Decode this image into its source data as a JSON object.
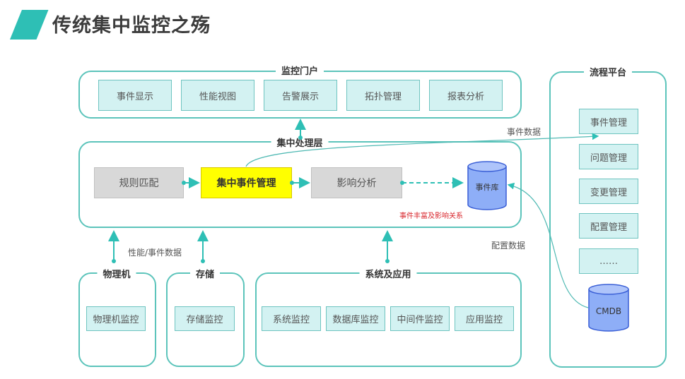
{
  "page": {
    "title": "传统集中监控之殇"
  },
  "colors": {
    "accent": "#2ebfb5",
    "frame": "#5cc4bb",
    "cell_fill": "#d3f2f2",
    "highlight": "#ffff00",
    "database": "#8eaef7",
    "warning_text": "#d8262c"
  },
  "portal": {
    "label": "监控门户",
    "items": [
      "事件显示",
      "性能视图",
      "告警展示",
      "拓扑管理",
      "报表分析"
    ]
  },
  "processing": {
    "label": "集中处理层",
    "steps": [
      "规则匹配",
      "集中事件管理",
      "影响分析"
    ],
    "database": "事件库",
    "enrich_note": "事件丰富及影响关系"
  },
  "flow_platform": {
    "label": "流程平台",
    "items": [
      "事件管理",
      "问题管理",
      "变更管理",
      "配置管理",
      "……"
    ],
    "database": "CMDB"
  },
  "annotations": {
    "event_data": "事件数据",
    "config_data": "配置数据",
    "perf_event_data": "性能/事件数据"
  },
  "sources": {
    "physical": {
      "label": "物理机",
      "items": [
        "物理机监控"
      ]
    },
    "storage": {
      "label": "存储",
      "items": [
        "存储监控"
      ]
    },
    "systems": {
      "label": "系统及应用",
      "items": [
        "系统监控",
        "数据库监控",
        "中间件监控",
        "应用监控"
      ]
    }
  }
}
